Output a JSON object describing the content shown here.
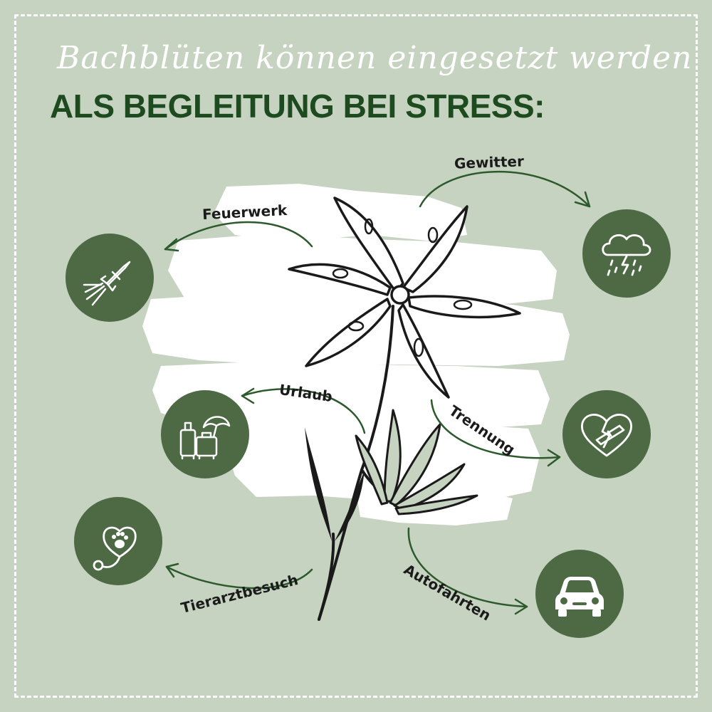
{
  "header": {
    "script_line": "Bachblüten können eingesetzt werden",
    "headline": "ALS BEGLEITUNG BEI STRESS:"
  },
  "items": {
    "feuerwerk": {
      "label": "Feuerwerk",
      "icon": "rocket-firework-icon"
    },
    "gewitter": {
      "label": "Gewitter",
      "icon": "thunderstorm-cloud-icon"
    },
    "urlaub": {
      "label": "Urlaub",
      "icon": "luggage-umbrella-icon"
    },
    "trennung": {
      "label": "Trennung",
      "icon": "broken-heart-icon"
    },
    "tierarztbesuch": {
      "label": "Tierarztbesuch",
      "icon": "stethoscope-paw-icon"
    },
    "autofahrten": {
      "label": "Autofahrten",
      "icon": "car-icon"
    }
  },
  "colors": {
    "background": "#c6d3c1",
    "circle": "#4d6a45",
    "headline": "#1e4a1f",
    "label": "#1b1b1b",
    "white": "#ffffff"
  }
}
